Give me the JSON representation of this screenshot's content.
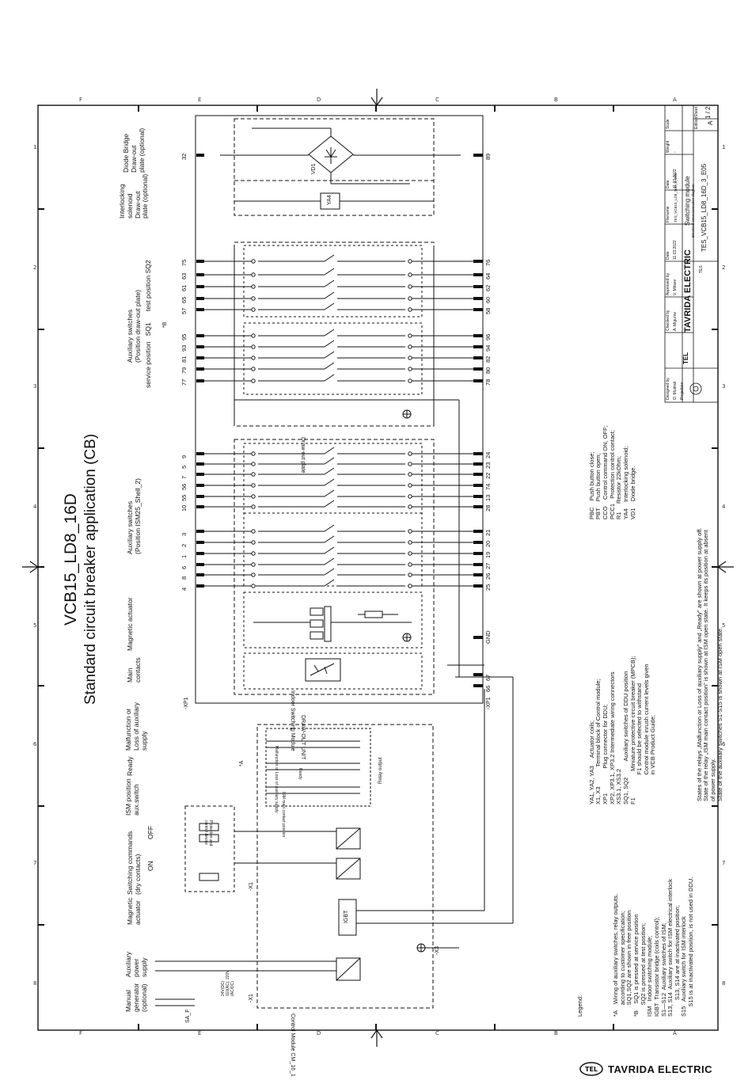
{
  "title": "VCB15_LD8_16D",
  "subtitle": "Standard circuit breaker application (CB)",
  "frame": {
    "col_letters": [
      "F",
      "E",
      "D",
      "C",
      "B",
      "A"
    ],
    "row_numbers": [
      "1",
      "2",
      "3",
      "4",
      "5",
      "6",
      "7",
      "8"
    ]
  },
  "sections": {
    "diode_bridge": "Diode Bridge\nDraw-out\nplate (optional)",
    "interlocking": "Interlocking\nsolenoid\nDraw-out\nplate (optional)",
    "aux_switches_plate": "Auxiliary switches\n(Position draw-out plate)",
    "service_test": "service position   SQ1      test position SQ2",
    "aux_switches_ism": "Auxiliary switches\n(Position ISM25_Shell_2)",
    "magnetic_actuator": "Magnetic actuator",
    "main_contacts": "Main\ncontacts",
    "malfunction": "Malfunction or\nLoss of auxiliary\nsupply",
    "ready": "Ready",
    "ism_position": "ISM position\naux.switch",
    "switching_commands": "Switching commands\n(dry contacts)",
    "off": "OFF",
    "on": "ON",
    "magnetic_actuator_2": "Magnetic\nactuator",
    "aux_power": "Auxiliary\npower\nsupply",
    "manual_gen": "Manual\ngenerator\n(optional)"
  },
  "labels": {
    "draw_out_plate": "Draw-out plate",
    "draw_out_unit": "DRAW-OUT UNIT",
    "indoor_module": "Indoor Switching Module",
    "control_module": "Control Module CM_16_1",
    "igbt": "IGBT",
    "ya4": "YA4",
    "vd1": "VD1",
    "xp1": "-XP1",
    "x1": "-X1",
    "x3": "-X3",
    "gnd": "GND",
    "star_b": "*B",
    "star_a": "*A",
    "saf": "SA_F",
    "relay_malfunction": "Malfunction or Loss of auxiliary supply",
    "relay_ready": "Ready",
    "relay_ism": "ISM main contact position",
    "relay_output": "Relay output",
    "protection_device": "Protection and\ncontrol device",
    "supply_spec": "24V(DC)\n110(AC), 220V\n(AC/DC)"
  },
  "left_terminals": {
    "diode": [
      "32"
    ],
    "sq": [
      "75",
      "63",
      "61",
      "65",
      "57",
      "95",
      "93",
      "81",
      "79",
      "77"
    ],
    "ism": [
      "9",
      "5",
      "7",
      "56",
      "55",
      "10",
      "3",
      "2",
      "1",
      "6",
      "8",
      "4"
    ]
  },
  "right_terminals": {
    "diode": [
      "89"
    ],
    "sq": [
      "76",
      "64",
      "62",
      "60",
      "58",
      "96",
      "94",
      "82",
      "80",
      "78"
    ],
    "ism": [
      "24",
      "23",
      "22",
      "74",
      "13",
      "28",
      "21",
      "20",
      "19",
      "27",
      "26",
      "25"
    ],
    "bottom": [
      "GND",
      "67",
      "66"
    ]
  },
  "legend_left": {
    "heading": "Legend:",
    "lines": [
      "*A    Wiring of auxiliary switches, relay outputs,",
      "       according to customer specification;",
      "       SQ1,SQ2 are shown in free position",
      "*B    SQ1 is pressed at service position",
      "       SQ2 is pressed at test position;",
      "ISM   Indoor switching module;",
      "IGBT  Transistor bridge (coils control);",
      "S1—S12  Auxiliary switches of ISM;",
      "S13, S14  Auxiliary switch for ISM electrical interlock",
      "          S13, S14 are at inactivated position;",
      "S15   Auxiliary switch for ISM interlock",
      "      S15 is at inactivated position, is not used in DDU."
    ]
  },
  "legend_mid": {
    "lines": [
      "YA1, YA2, YA3     Actuator coils;",
      "X1, X3            Terminal block of Control module;",
      "XP1               Plug connector for DDU;",
      "XP2, XP3.1, XP3.2 Intermediate wiring connectors",
      "XS3.1, XS3.2",
      "SQ1, SQ2          Auxiliary switches of DDU position",
      "F1                Miniature protective circuit breaker (MPCB);",
      "                  F1 should be selected to withstand",
      "                  Control module inrush current levels given",
      "                  in VCB Product Guide;"
    ]
  },
  "legend_right": {
    "lines": [
      "PBC    Push button close;",
      "PBT    Push button open;",
      "CCO    Control command ON, OFF;",
      "PCC1   Protection control contact;",
      "R1     Resistor 22kOhm;",
      "YA4    Interlocking solenoid;",
      "VD1    Diode bridge."
    ]
  },
  "notes": [
    "States of the relays „Malfunction or Loss of auxiliary supply\" and „Ready\" are shown at power supply off.",
    "State of the relay „ISM main contact position\" is shown at ISM open state. It keeps its position at absent",
    "of power supply.",
    "State of the auxiliary switches S1-S15 is shown at ISM open state."
  ],
  "title_block": {
    "designed_by": "Designed by",
    "designer": "O. Mudrak",
    "checked_by": "Checked by",
    "checker": "A. Migurov",
    "approved_by": "Approved by",
    "approver": "V. Mitsev",
    "date_label": "Date",
    "date": "11.03.2022",
    "filename_label": "Filename",
    "filename": "TES_VCB15_LD8_16D_3_E05",
    "doc_title": "Switching module",
    "doc_type": "Electrical interconnection diagram",
    "doc_number": "TES_VCB15_LD8_16D_3_E05",
    "sheet_label": "Sheet",
    "sheet": "1 / 2",
    "edition_label": "Edition",
    "edition": "A",
    "scale_label": "Scale",
    "weight_label": "Weight",
    "weight": "-",
    "projection": "Projection",
    "company": "TAVRIDA ELECTRIC",
    "company_short": "TEL",
    "sub": "TES"
  },
  "footer": {
    "logo_text": "TEL",
    "company": "TAVRIDA ELECTRIC"
  }
}
